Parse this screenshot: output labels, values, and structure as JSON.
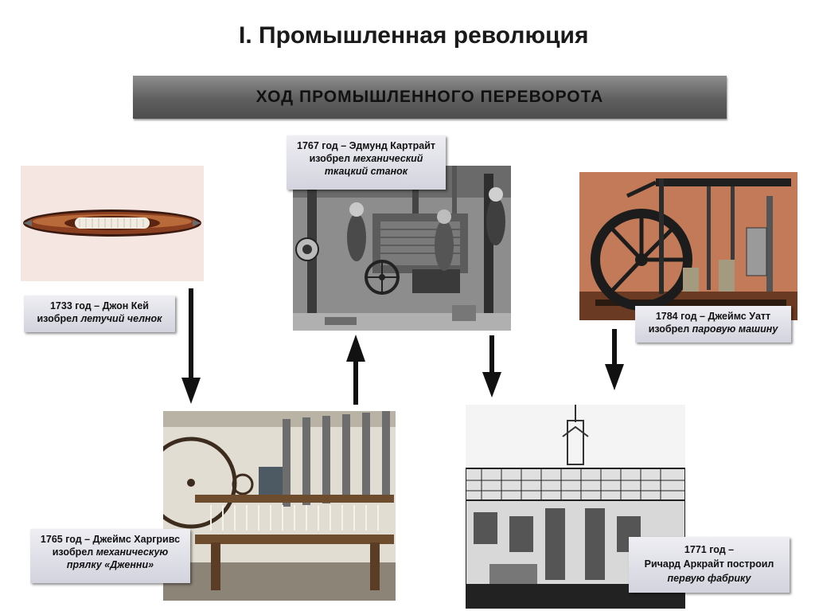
{
  "page": {
    "title": "I. Промышленная революция",
    "banner": "ХОД  ПРОМЫШЛЕННОГО  ПЕРЕВОРОТА"
  },
  "captions": {
    "shuttle": {
      "line1": "1733 год – Джон Кей",
      "line2_plain": "изобрел ",
      "line2_italic": "летучий челнок"
    },
    "loom": {
      "line1": "1767 год – Эдмунд Картрайт",
      "line2_plain": "изобрел ",
      "line2_italic": "механический",
      "line3_italic": "ткацкий станок"
    },
    "steam": {
      "line1": "1784 год – Джеймс Уатт",
      "line2_plain": "изобрел ",
      "line2_italic": "паровую машину"
    },
    "jenny": {
      "line1": "1765 год – Джеймс Харгривс",
      "line2_plain": "изобрел ",
      "line2_italic": "механическую",
      "line3_italic": "прялку  «Дженни»"
    },
    "factory": {
      "line1": "1771 год –",
      "line2": "Ричард Аркрайт построил",
      "line3_italic": "первую фабрику"
    }
  }
}
